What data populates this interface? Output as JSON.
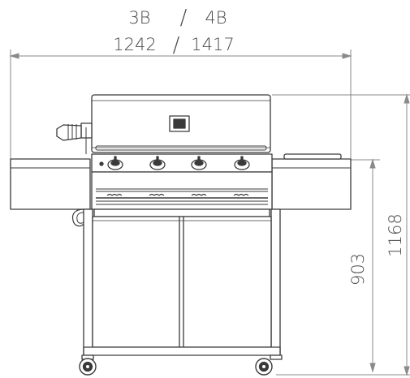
{
  "dimensions": {
    "width_3b": "3B",
    "width_4b": "4B",
    "width_separator": "/",
    "width_3b_value": "1242",
    "width_4b_value": "1417",
    "worktop_height": "903",
    "total_height": "1168"
  },
  "colors": {
    "line": "#3a3a3a",
    "dim": "#8a8a8a",
    "text": "#4a4a4a"
  }
}
